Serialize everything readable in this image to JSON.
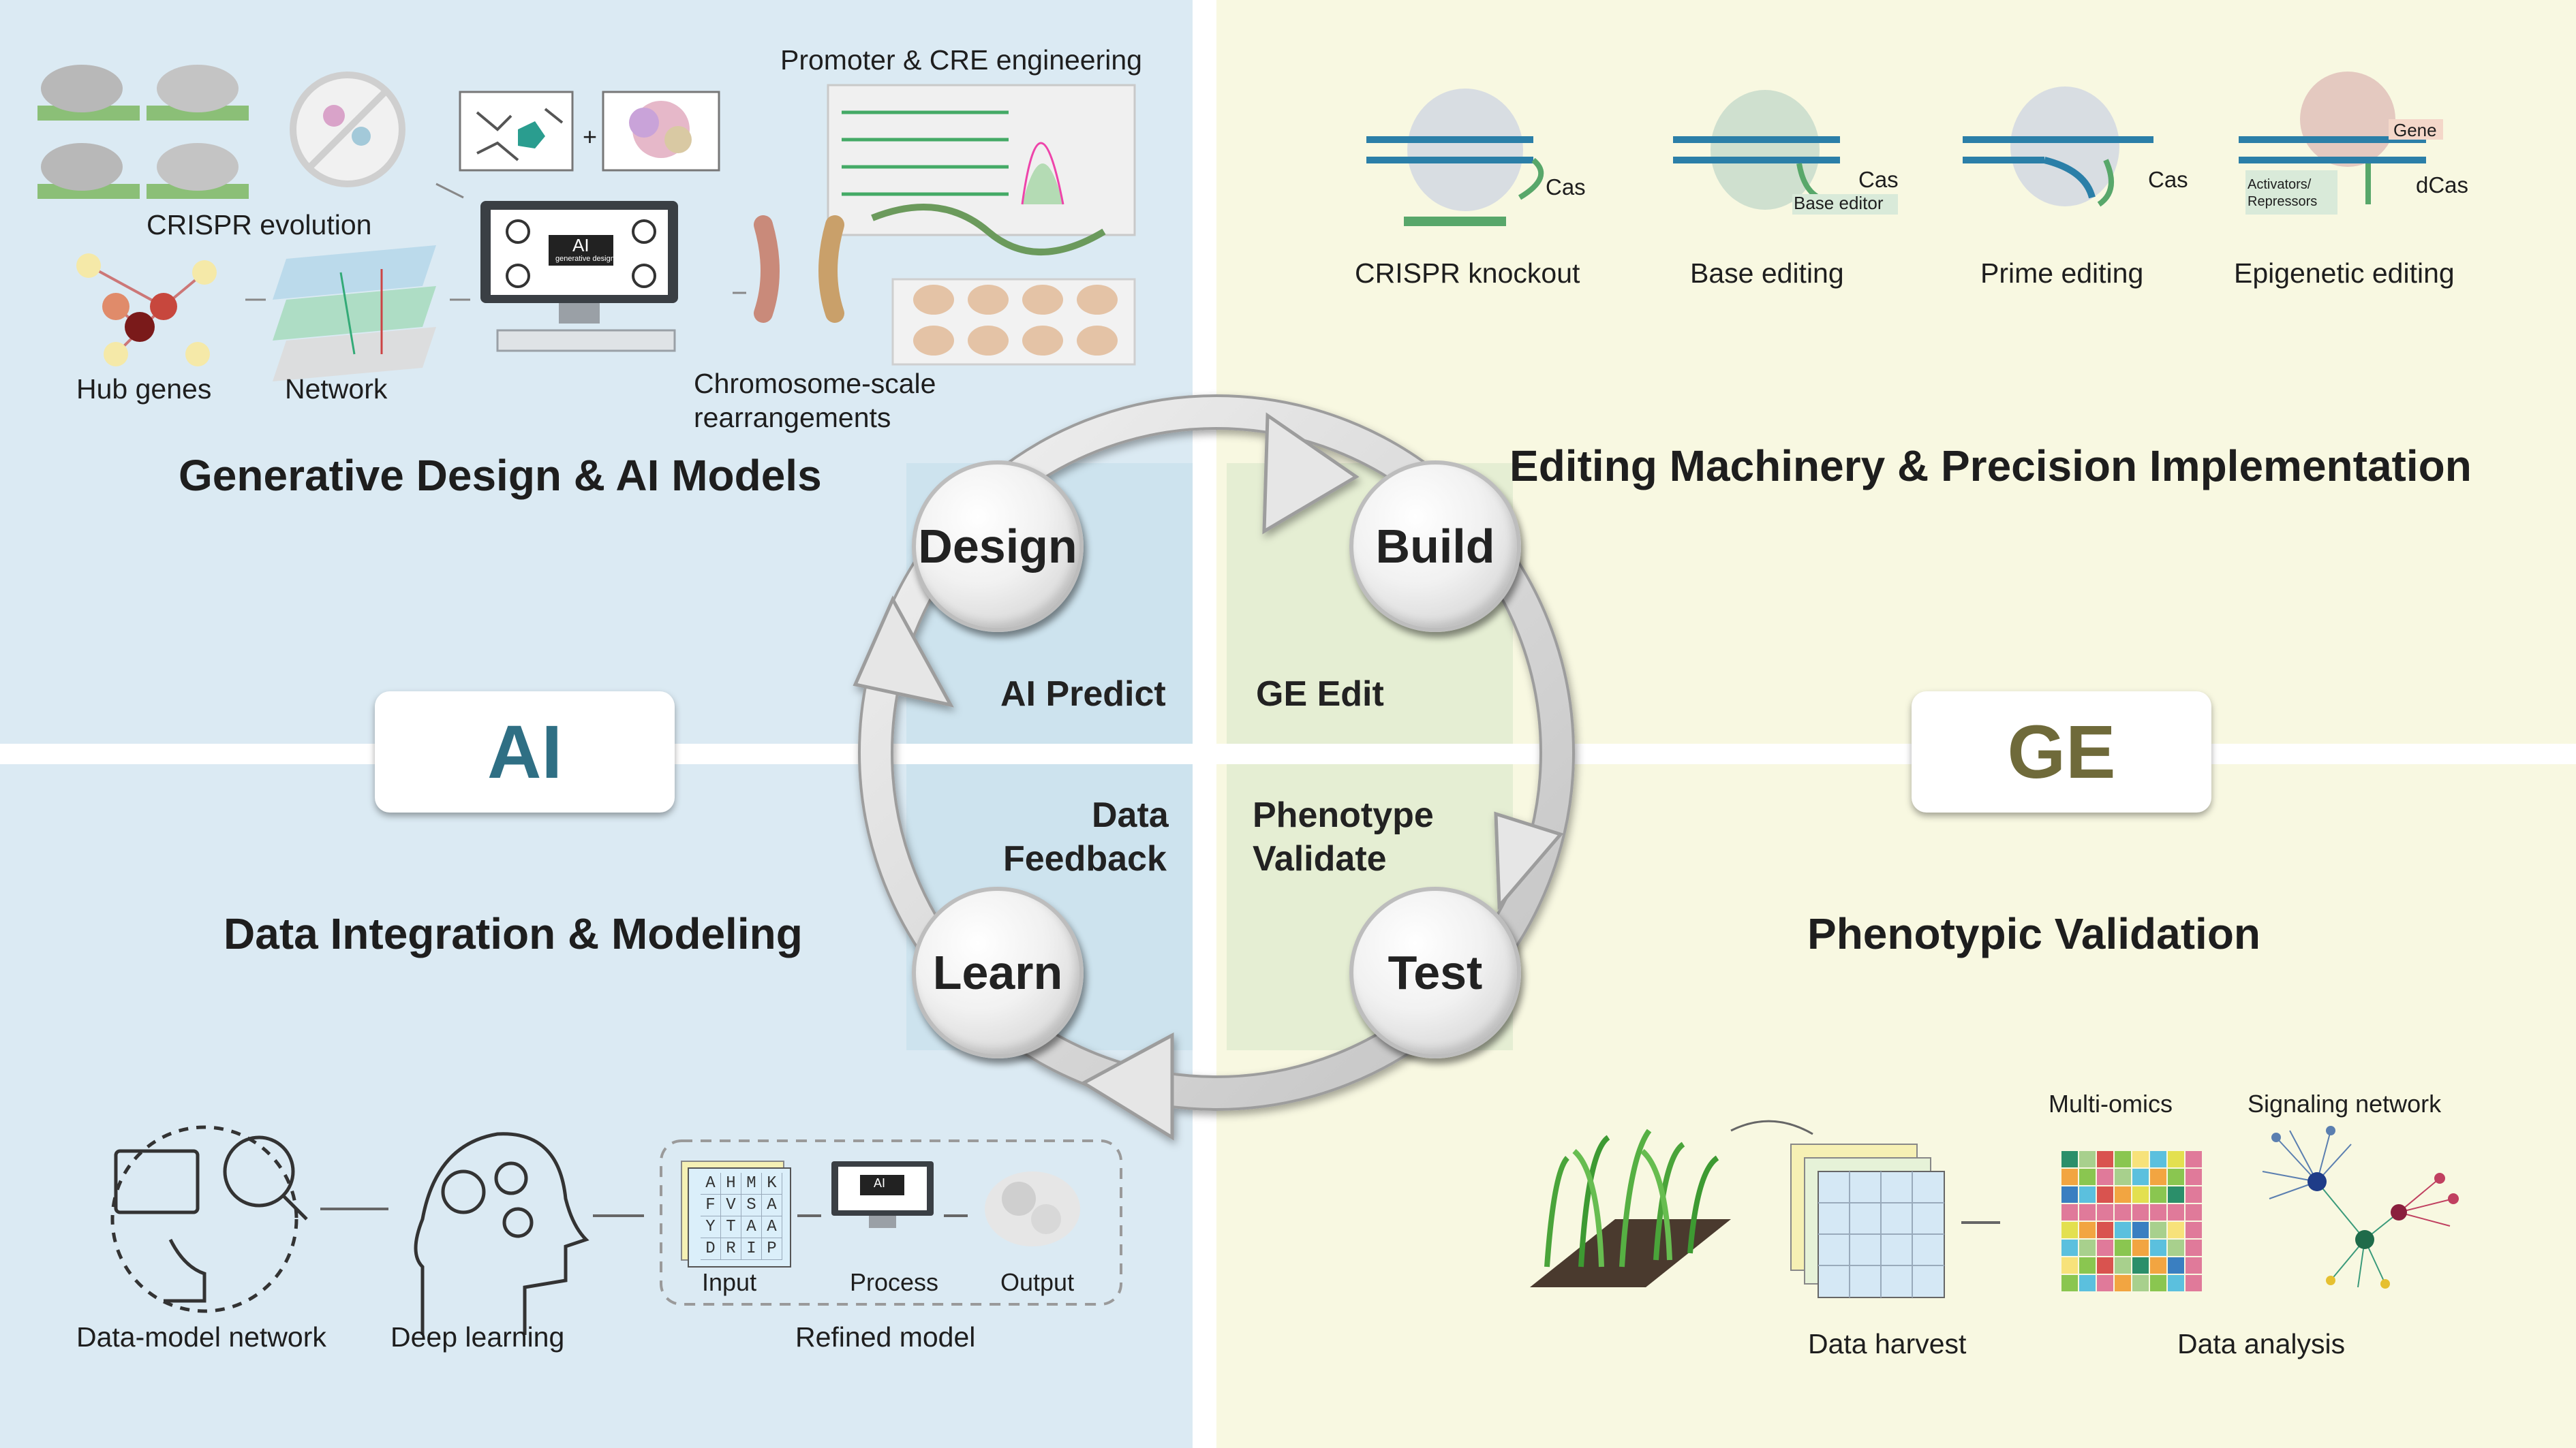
{
  "colors": {
    "ai_bg": "#dbeaf3",
    "ge_bg": "#f8f8e1",
    "ai_inner": "#cde3ee",
    "ge_inner": "#e5eed3",
    "ai_badge_text": "#2f6f84",
    "ge_badge_text": "#6f6a3a"
  },
  "badges": {
    "ai": "AI",
    "ge": "GE"
  },
  "cycle": {
    "design": "Design",
    "build": "Build",
    "test": "Test",
    "learn": "Learn",
    "ai_predict": "AI Predict",
    "ge_edit": "GE Edit",
    "data_feedback_1": "Data",
    "data_feedback_2": "Feedback",
    "phenotype_validate_1": "Phenotype",
    "phenotype_validate_2": "Validate"
  },
  "quadrants": {
    "top_left": {
      "heading": "Generative Design & AI Models",
      "labels": {
        "promoter": "Promoter & CRE engineering",
        "crispr_evolution": "CRISPR evolution",
        "hub_genes": "Hub genes",
        "network": "Network",
        "chromosome_1": "Chromosome-scale",
        "chromosome_2": "rearrangements",
        "ai_screen": "AI",
        "ai_screen_sub": "generative design",
        "plus": "+"
      }
    },
    "top_right": {
      "heading": "Editing Machinery & Precision Implementation",
      "labels": {
        "crispr_knockout": "CRISPR knockout",
        "base_editing": "Base editing",
        "prime_editing": "Prime editing",
        "epigenetic_editing": "Epigenetic editing",
        "cas_1": "Cas",
        "cas_2": "Cas",
        "base_editor": "Base editor",
        "cas_3": "Cas",
        "gene": "Gene",
        "activators_1": "Activators/",
        "activators_2": "Repressors",
        "dcas": "dCas"
      }
    },
    "bottom_left": {
      "heading": "Data Integration & Modeling",
      "labels": {
        "data_model_network": "Data-model network",
        "deep_learning": "Deep learning",
        "refined_model": "Refined model",
        "input": "Input",
        "process": "Process",
        "output": "Output",
        "ai_screen": "AI"
      },
      "grid_letters": [
        "A",
        "H",
        "M",
        "K",
        "F",
        "V",
        "S",
        "A",
        "Y",
        "T",
        "A",
        "A",
        "D",
        "R",
        "I",
        "P"
      ]
    },
    "bottom_right": {
      "heading": "Phenotypic Validation",
      "labels": {
        "data_harvest": "Data harvest",
        "data_analysis": "Data analysis",
        "multi_omics": "Multi-omics",
        "signaling_network": "Signaling network"
      }
    }
  }
}
